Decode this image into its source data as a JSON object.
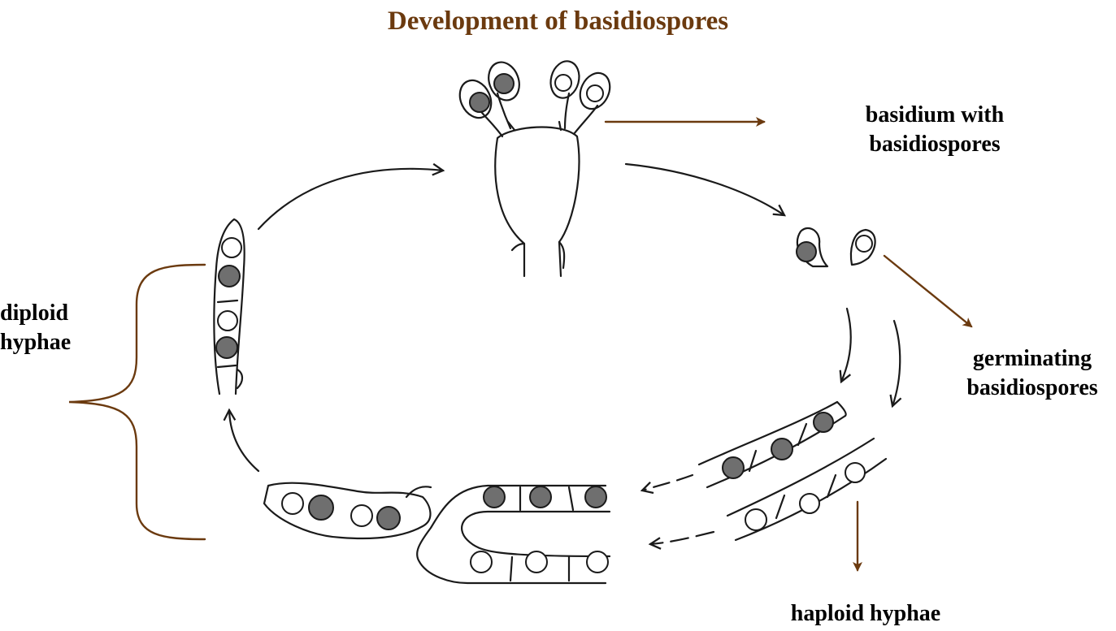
{
  "title": "Development of basidiospores",
  "labels": {
    "basidium_line1": "basidium with",
    "basidium_line2": "basidiospores",
    "germinating_line1": "germinating",
    "germinating_line2": "basidiospores",
    "haploid": "haploid hyphae",
    "diploid_line1": "diploid",
    "diploid_line2": "hyphae"
  },
  "colors": {
    "title": "#6b3a0f",
    "pointer_arrows": "#6b3a0f",
    "diploid_nucleus": "#6f6f6f",
    "haploid_nucleus": "#ffffff"
  }
}
